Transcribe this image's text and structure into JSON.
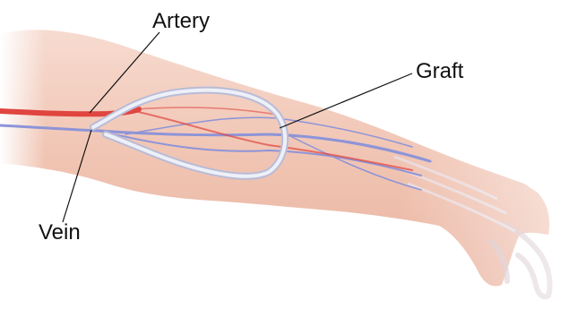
{
  "labels": {
    "artery": "Artery",
    "graft": "Graft",
    "vein": "Vein"
  },
  "colors": {
    "skin": "#f1c4b2",
    "skin_dark": "#e7a993",
    "artery": "#e0453f",
    "vein": "#8d94d8",
    "graft": "#d8dbea",
    "leader_line": "#111111"
  }
}
